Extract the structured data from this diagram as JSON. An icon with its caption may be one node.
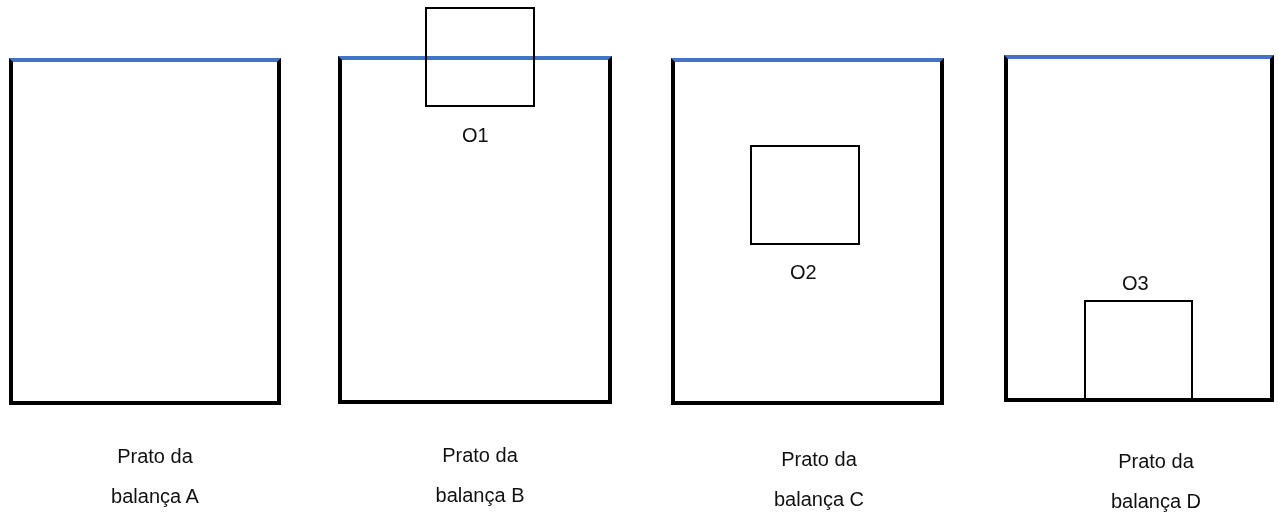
{
  "diagram": {
    "nodes": [
      {
        "text": [],
        "shape": "box",
        "beside": [
          "Prato da balança A"
        ]
      },
      {
        "text": [],
        "shape": "box",
        "beside": [
          "Prato da balança B"
        ]
      },
      {
        "text": [],
        "shape": "box"
      },
      {
        "text": [],
        "shape": "box",
        "beside": [
          "Prato da balança C"
        ]
      },
      {
        "text": [],
        "shape": "box",
        "in": 3
      },
      {
        "text": [],
        "shape": "box",
        "beside": [
          "Prato da balança D"
        ]
      },
      {
        "text": [],
        "shape": "box",
        "in": 5
      }
    ],
    "labels": [
      "O1",
      "O3",
      "O2"
    ]
  }
}
